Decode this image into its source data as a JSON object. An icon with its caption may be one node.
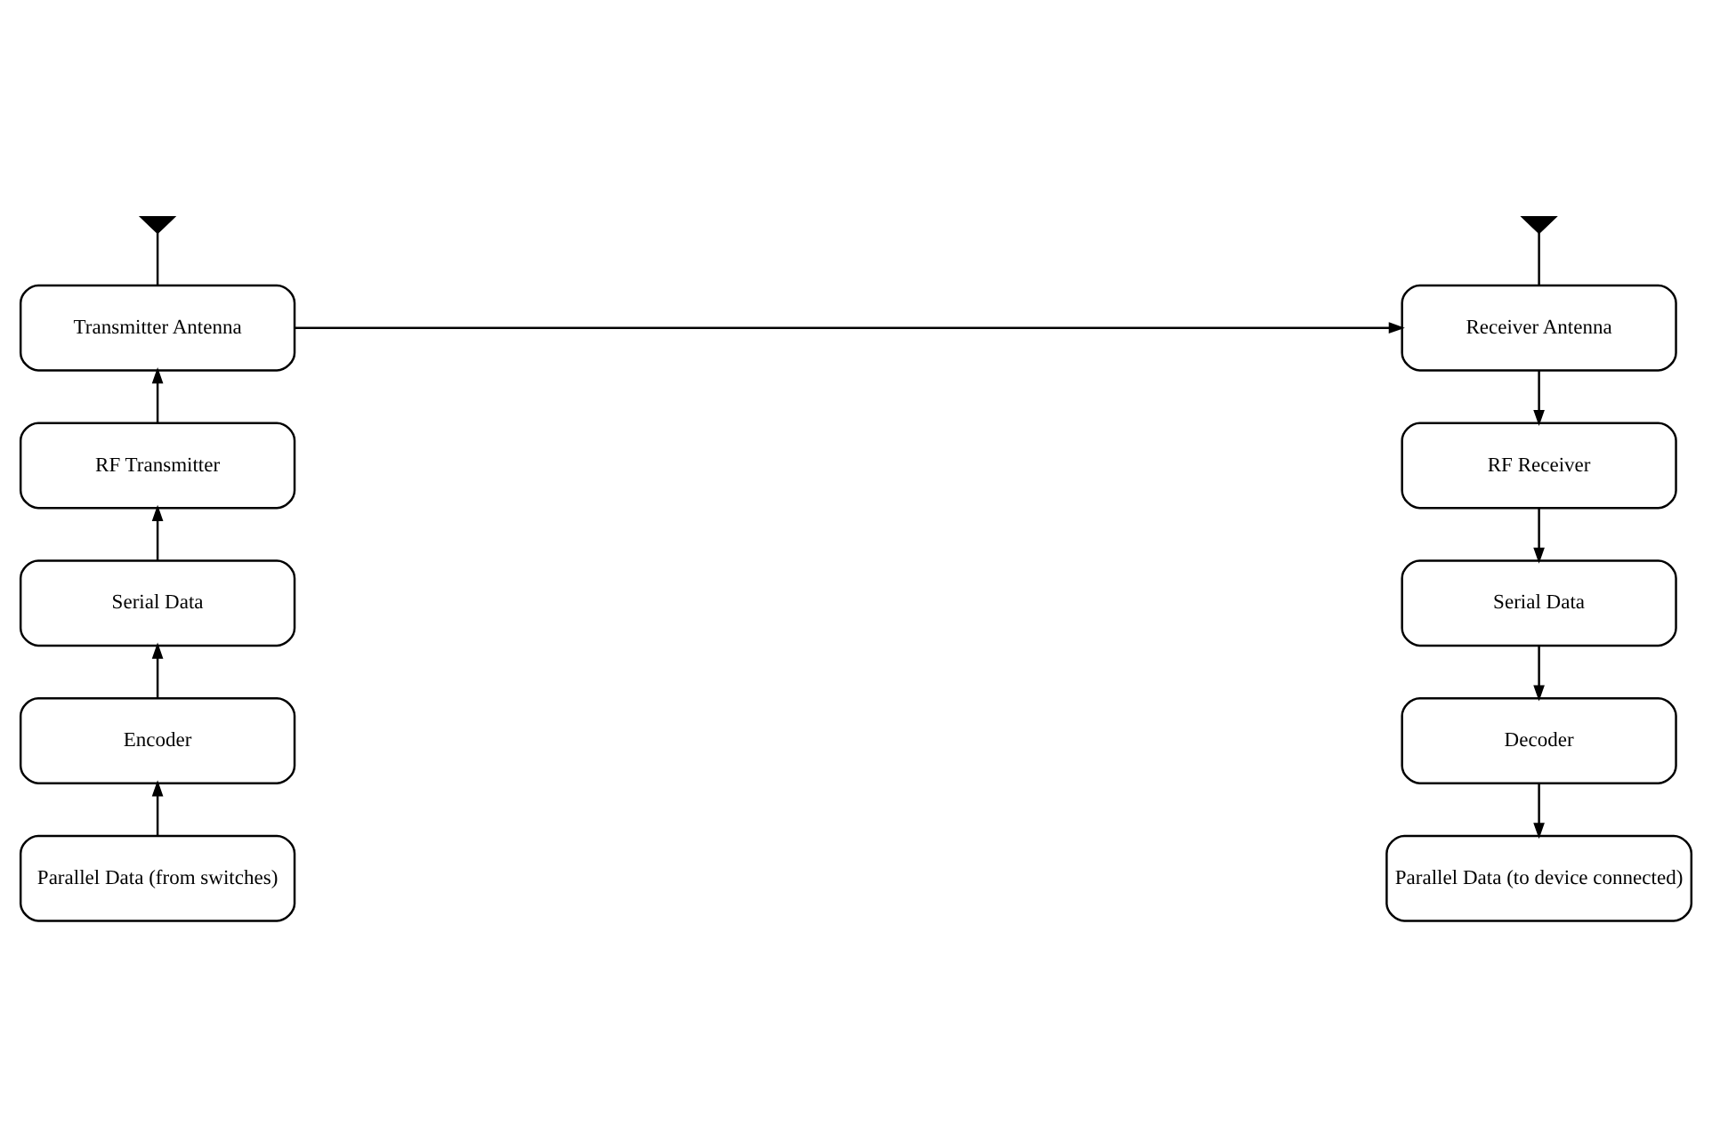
{
  "diagram": {
    "nodes": [
      {
        "text": [],
        "shape": "antenna"
      },
      {
        "text": [],
        "shape": "antenna"
      },
      {
        "text": [
          "Transmitter Antenna"
        ]
      },
      {
        "text": [
          "Receiver Antenna"
        ]
      },
      {
        "text": [
          "RF Transmitter"
        ]
      },
      {
        "text": [
          "RF Receiver"
        ]
      },
      {
        "text": [
          "Serial Data"
        ]
      },
      {
        "text": [
          "Serial Data"
        ]
      },
      {
        "text": [
          "Encoder"
        ]
      },
      {
        "text": [
          "Decoder"
        ]
      },
      {
        "text": [
          "Parallel Data (from switches)"
        ]
      },
      {
        "text": [
          "Parallel Data (to device connected)"
        ]
      }
    ],
    "edges": [
      {
        "from": 0,
        "to": 2,
        "arrow": "none"
      },
      {
        "from": 1,
        "to": 3,
        "arrow": "none"
      },
      {
        "from": 10,
        "to": 8,
        "arrow": "to"
      },
      {
        "from": 8,
        "to": 6,
        "arrow": "to"
      },
      {
        "from": 6,
        "to": 4,
        "arrow": "to"
      },
      {
        "from": 4,
        "to": 2,
        "arrow": "to"
      },
      {
        "from": 2,
        "to": 3,
        "arrow": "to"
      },
      {
        "from": 3,
        "to": 5,
        "arrow": "to"
      },
      {
        "from": 5,
        "to": 7,
        "arrow": "to"
      },
      {
        "from": 7,
        "to": 9,
        "arrow": "to"
      },
      {
        "from": 9,
        "to": 11,
        "arrow": "to"
      }
    ]
  }
}
